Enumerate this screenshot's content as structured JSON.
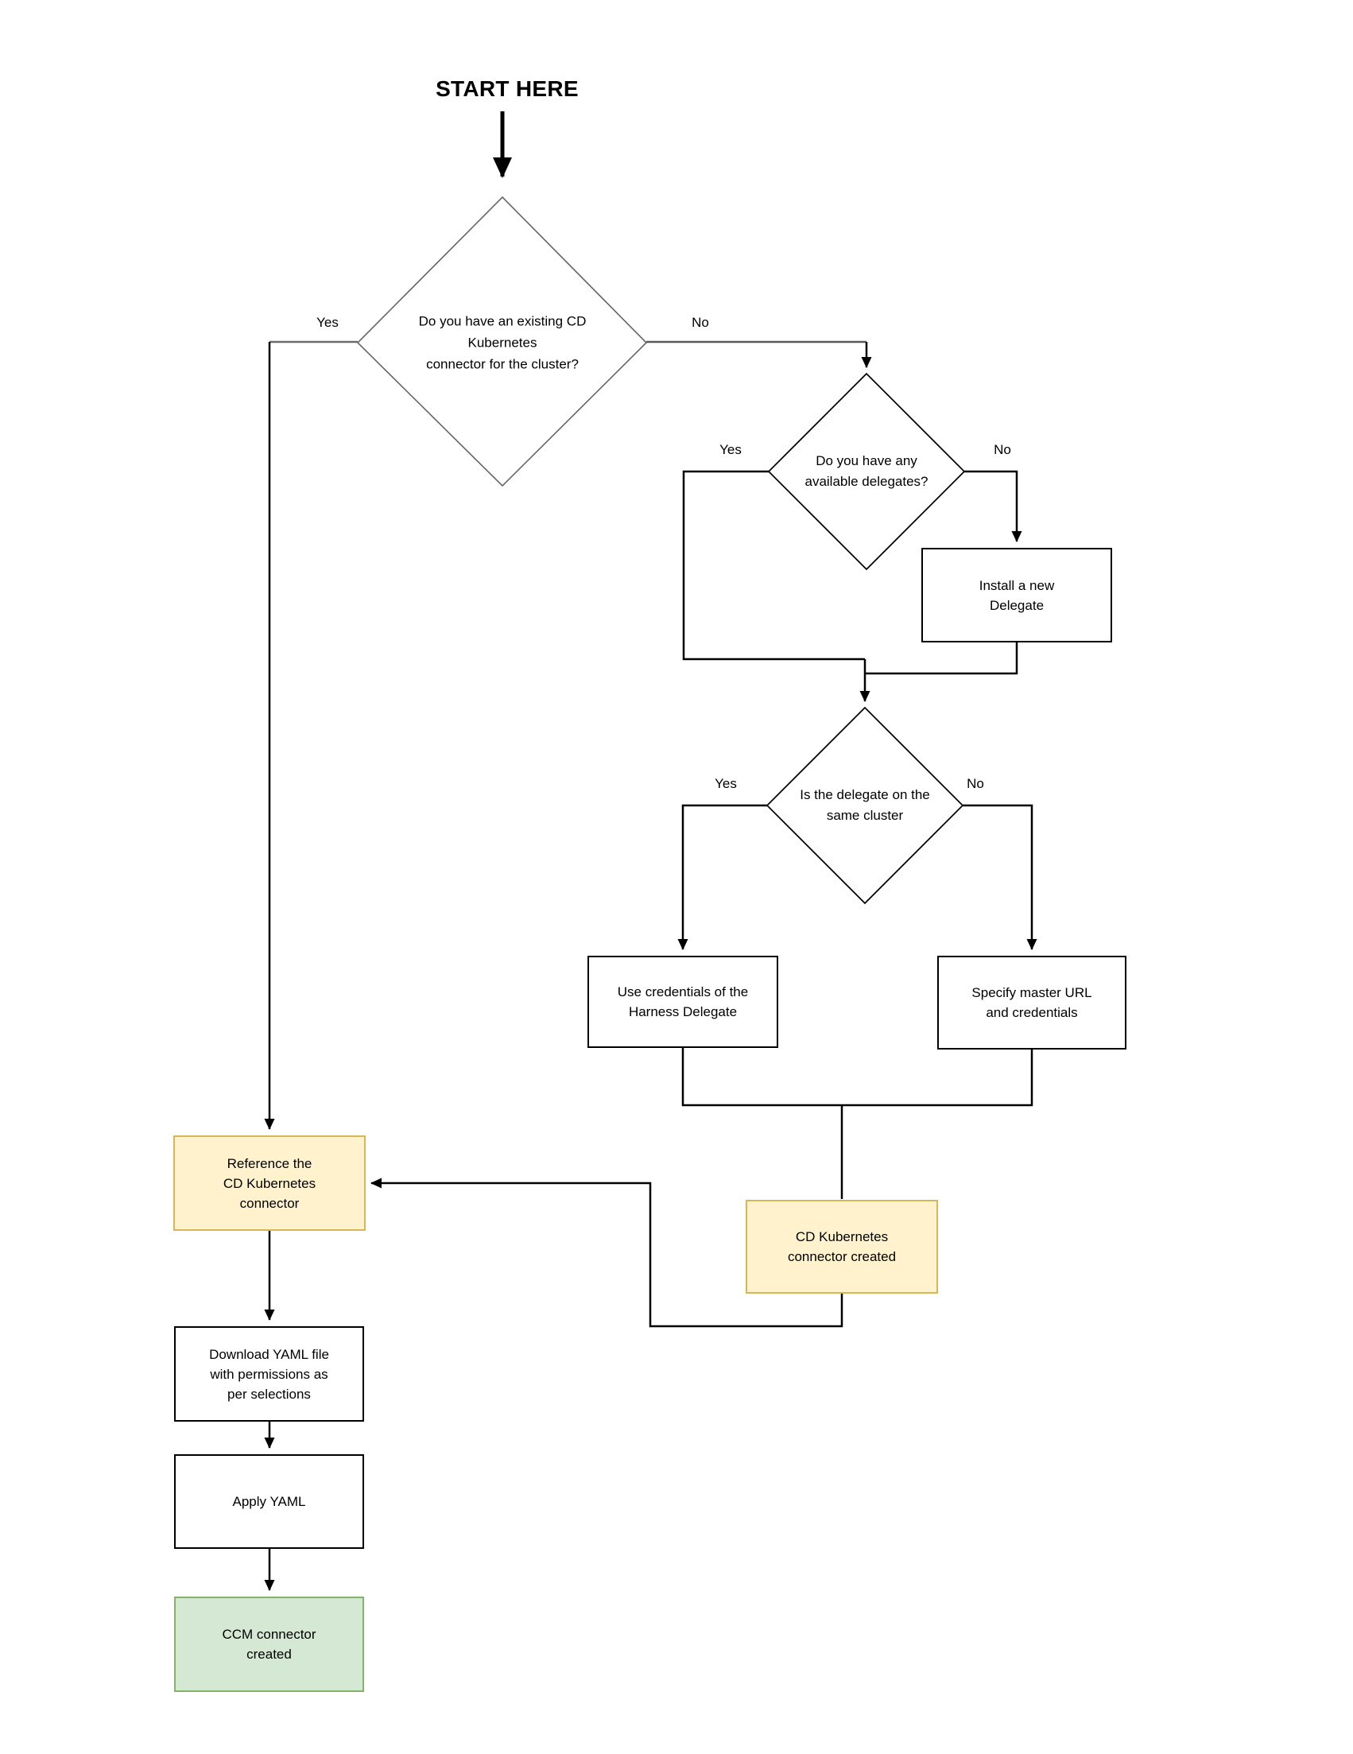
{
  "title": {
    "text": "START HERE"
  },
  "edge_labels": {
    "yes": "Yes",
    "no": "No"
  },
  "decisions": {
    "existing_connector": {
      "text": "Do you have an existing CD\nKubernetes\nconnector for the cluster?"
    },
    "available_delegates": {
      "text": "Do you have any\navailable delegates?"
    },
    "delegate_same_cluster": {
      "text": "Is the delegate on the\nsame cluster"
    }
  },
  "processes": {
    "install_delegate": {
      "text": "Install a new\nDelegate"
    },
    "use_credentials": {
      "text": "Use credentials of the\nHarness Delegate"
    },
    "specify_master_url": {
      "text": "Specify master URL\nand credentials"
    },
    "cd_connector_created": {
      "text": "CD Kubernetes\nconnector created"
    },
    "reference_connector": {
      "text": "Reference the\nCD Kubernetes\nconnector"
    },
    "download_yaml": {
      "text": "Download YAML file\nwith permissions as\nper selections"
    },
    "apply_yaml": {
      "text": "Apply YAML"
    },
    "ccm_created": {
      "text": "CCM connector\ncreated"
    }
  },
  "colors": {
    "highlight_fill": "#fff2cc",
    "highlight_border": "#d6b656",
    "success_fill": "#d5e8d4",
    "success_border": "#82b366",
    "line": "#000000",
    "diamond1_stroke": "#666666"
  }
}
